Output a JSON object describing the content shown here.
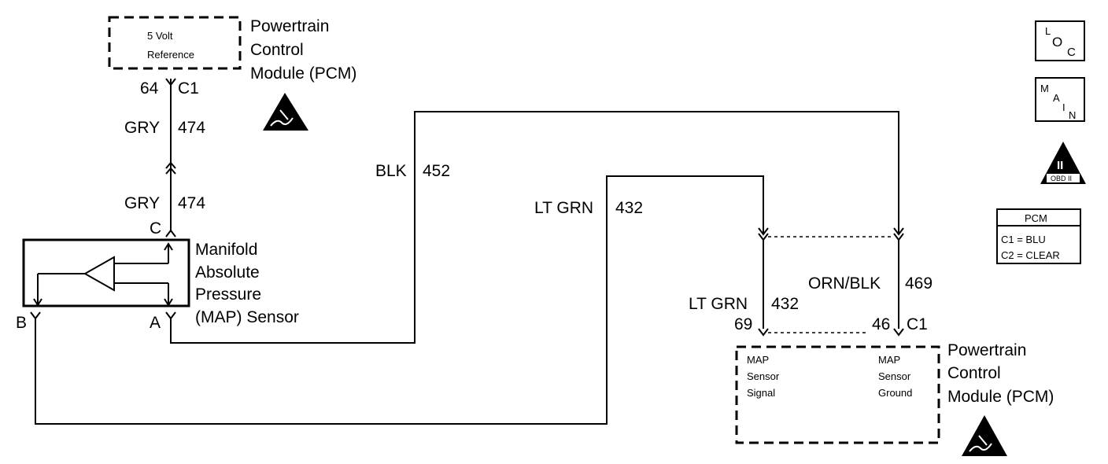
{
  "pcm_top": {
    "internal_label_line1": "5 Volt",
    "internal_label_line2": "Reference",
    "title_line1": "Powertrain",
    "title_line2": "Control",
    "title_line3": "Module (PCM)"
  },
  "pcm_top_connector": {
    "pin": "64",
    "connector": "C1"
  },
  "wire_gry_upper": {
    "color": "GRY",
    "circuit": "474"
  },
  "wire_gry_lower": {
    "color": "GRY",
    "circuit": "474"
  },
  "wire_blk": {
    "color": "BLK",
    "circuit": "452"
  },
  "wire_lt_grn_upper": {
    "color": "LT GRN",
    "circuit": "432"
  },
  "wire_lt_grn_lower": {
    "color": "LT GRN",
    "circuit": "432"
  },
  "wire_orn_blk": {
    "color": "ORN/BLK",
    "circuit": "469"
  },
  "map_sensor": {
    "pin_c": "C",
    "pin_b": "B",
    "pin_a": "A",
    "title_line1": "Manifold",
    "title_line2": "Absolute",
    "title_line3": "Pressure",
    "title_line4": "(MAP) Sensor"
  },
  "pcm_bottom_connector": {
    "pin_left": "69",
    "pin_right": "46",
    "connector": "C1"
  },
  "pcm_bottom": {
    "signal_line1": "MAP",
    "signal_line2": "Sensor",
    "signal_line3": "Signal",
    "ground_line1": "MAP",
    "ground_line2": "Sensor",
    "ground_line3": "Ground",
    "title_line1": "Powertrain",
    "title_line2": "Control",
    "title_line3": "Module (PCM)"
  },
  "badges": {
    "loc_l": "L",
    "loc_o": "O",
    "loc_c": "C",
    "main_m": "M",
    "main_a": "A",
    "main_i": "I",
    "main_n": "N",
    "obd_numeral": "II",
    "obd_text": "OBD II"
  },
  "connector_legend": {
    "title": "PCM",
    "c1": "C1 = BLU",
    "c2": "C2 = CLEAR"
  }
}
